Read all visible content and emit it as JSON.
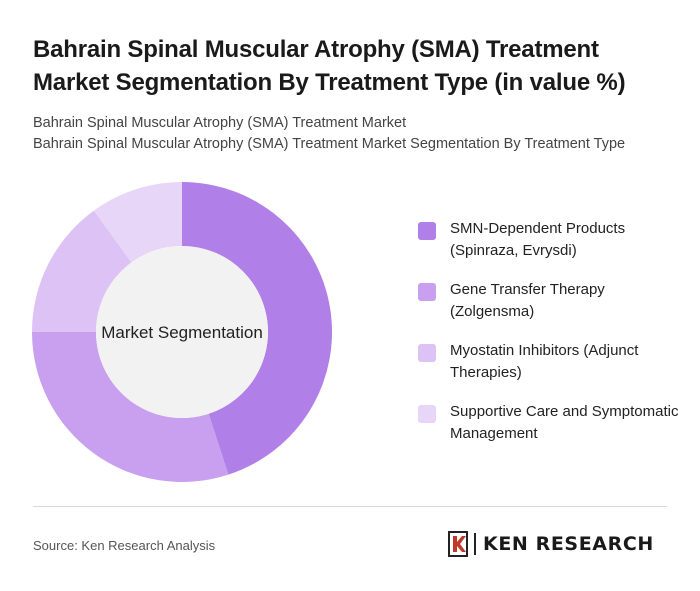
{
  "header": {
    "title": "Bahrain Spinal Muscular Atrophy (SMA) Treatment Market Segmentation By Treatment Type (in value %)",
    "subtitle_line1": "Bahrain Spinal Muscular Atrophy (SMA) Treatment Market",
    "subtitle_line2": "Bahrain Spinal Muscular Atrophy (SMA) Treatment Market Segmentation By Treatment Type"
  },
  "chart_data": {
    "type": "pie",
    "variant": "donut",
    "center_label": "Market Segmentation",
    "categories": [
      "SMN-Dependent Products (Spinraza, Evrysdi)",
      "Gene Transfer Therapy (Zolgensma)",
      "Myostatin Inhibitors (Adjunct Therapies)",
      "Supportive Care and Symptomatic Management"
    ],
    "values": [
      45,
      30,
      15,
      10
    ],
    "colors": [
      "#b07fe8",
      "#c8a0ef",
      "#dcc2f5",
      "#e7d6f8"
    ],
    "legend_position": "right"
  },
  "footer": {
    "source": "Source: Ken Research Analysis",
    "logo_text": "KEN RESEARCH"
  }
}
